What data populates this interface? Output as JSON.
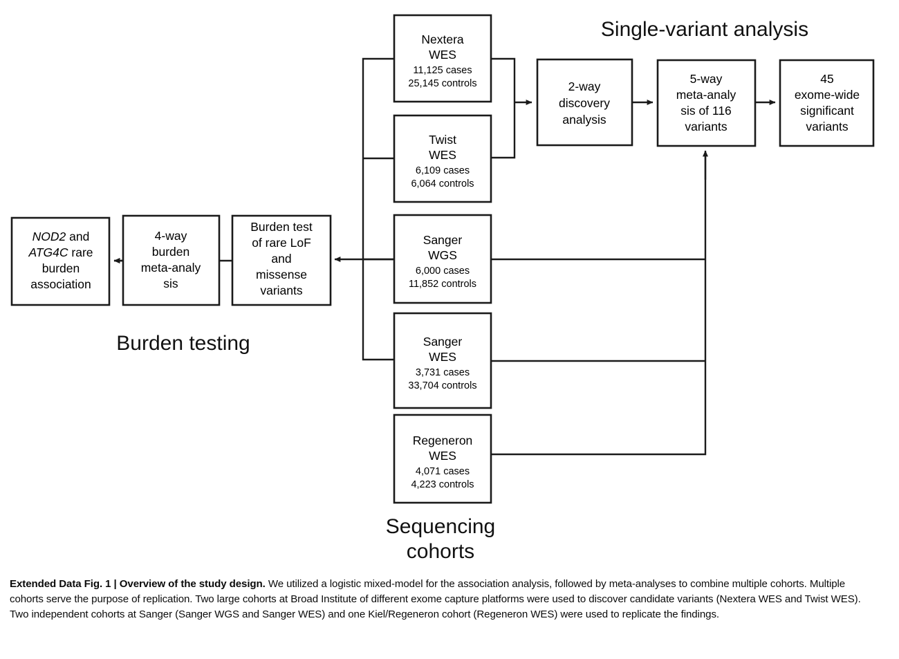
{
  "figure": {
    "section_labels": {
      "single_variant": "Single-variant analysis",
      "burden_testing": "Burden testing",
      "sequencing_cohorts_line1": "Sequencing",
      "sequencing_cohorts_line2": "cohorts"
    },
    "cohort_boxes": [
      {
        "id": "nextera-wes",
        "title_line1": "Nextera",
        "title_line2": "WES",
        "cases": "11,125 cases",
        "controls": "25,145 controls"
      },
      {
        "id": "twist-wes",
        "title_line1": "Twist",
        "title_line2": "WES",
        "cases": "6,109 cases",
        "controls": "6,064 controls"
      },
      {
        "id": "sanger-wgs",
        "title_line1": "Sanger",
        "title_line2": "WGS",
        "cases": "6,000 cases",
        "controls": "11,852 controls"
      },
      {
        "id": "sanger-wes",
        "title_line1": "Sanger",
        "title_line2": "WES",
        "cases": "3,731 cases",
        "controls": "33,704 controls"
      },
      {
        "id": "regeneron-wes",
        "title_line1": "Regeneron",
        "title_line2": "WES",
        "cases": "4,071 cases",
        "controls": "4,223 controls"
      }
    ],
    "analysis_boxes": [
      {
        "id": "two-way-discovery",
        "lines": [
          "2-way",
          "discovery",
          "analysis"
        ]
      },
      {
        "id": "five-way-meta",
        "lines": [
          "5-way",
          "meta-analy",
          "sis of 116",
          "variants"
        ]
      },
      {
        "id": "exome-wide-significant",
        "lines": [
          "45",
          "exome-wide",
          "significant",
          "variants"
        ]
      }
    ],
    "burden_boxes": [
      {
        "id": "nod2-atg4c-association",
        "lines": [
          "NOD2 and",
          "ATG4C rare",
          "burden",
          "association"
        ],
        "italic_words": [
          "NOD2",
          "ATG4C"
        ]
      },
      {
        "id": "four-way-burden-meta",
        "lines": [
          "4-way",
          "burden",
          "meta-analy",
          "sis"
        ]
      },
      {
        "id": "burden-test-rare-variants",
        "lines": [
          "Burden test",
          "of rare LoF",
          "and",
          "missense",
          "variants"
        ]
      }
    ],
    "colors": {
      "stroke": "#1a1a1a",
      "box_fill": "#ffffff",
      "text": "#000000",
      "background": "#ffffff"
    }
  },
  "caption": {
    "label": "Extended Data Fig. 1 | Overview of the study design.",
    "body": " We utilized a logistic mixed-model for the association analysis, followed by meta-analyses to combine multiple cohorts. Multiple cohorts serve the purpose of replication. Two large cohorts at Broad Institute of different exome capture platforms were used to discover candidate variants (Nextera WES and Twist WES). Two independent cohorts at Sanger (Sanger WGS and Sanger WES) and one Kiel/Regeneron cohort (Regeneron WES) were used to replicate the findings."
  }
}
